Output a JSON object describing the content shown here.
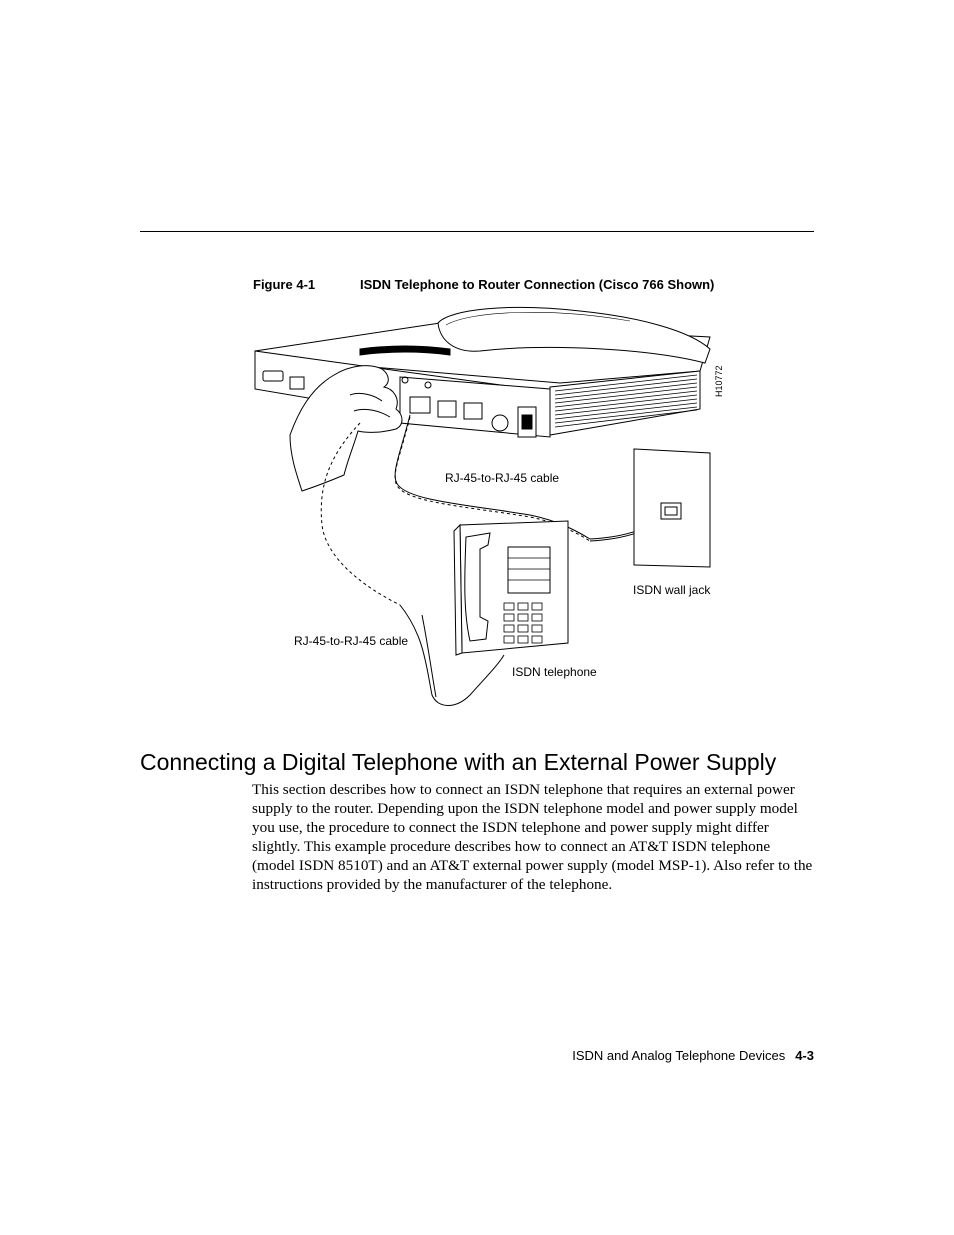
{
  "figure": {
    "number": "Figure 4-1",
    "title": "ISDN Telephone to Router Connection (Cisco 766 Shown)",
    "labels": {
      "cable_upper": "RJ-45-to-RJ-45 cable",
      "cable_lower": "RJ-45-to-RJ-45 cable",
      "wall_jack": "ISDN wall jack",
      "telephone": "ISDN telephone",
      "art_id": "H10772"
    }
  },
  "section": {
    "heading": "Connecting a Digital Telephone with an External Power Supply",
    "paragraph": "This section describes how to connect an ISDN telephone that requires an external power supply to the router. Depending upon the ISDN telephone model and power supply model you use, the procedure to connect the ISDN telephone and power supply might differ slightly. This example procedure describes how to connect an AT&T ISDN telephone (model ISDN 8510T) and an AT&T external power supply (model MSP-1). Also refer to the instructions provided by the manufacturer of the telephone."
  },
  "footer": {
    "chapter": "ISDN and Analog Telephone Devices",
    "page": "4-3"
  }
}
